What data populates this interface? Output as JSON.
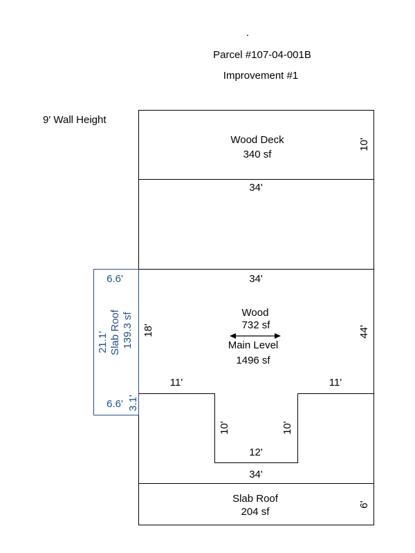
{
  "header": {
    "dot": ".",
    "parcel": "Parcel #107-04-001B",
    "improvement": "Improvement #1"
  },
  "wall_height": "9' Wall Height",
  "wood_deck": {
    "name": "Wood Deck",
    "area": "340 sf",
    "side_right": "10'",
    "side_bottom": "34'"
  },
  "wood": {
    "name": "Wood",
    "area": "732 sf",
    "top": "34'"
  },
  "main_level": {
    "name": "Main Level",
    "area": "1496 sf",
    "left": "18'",
    "right": "44'",
    "notch_left_top": "11'",
    "notch_right_top": "11'",
    "notch_left_side": "10'",
    "notch_right_side": "10'",
    "notch_bottom": "12'",
    "bottom": "34'"
  },
  "side_slab_roof": {
    "name": "Slab Roof",
    "area": "139.3 sf",
    "length": "21.1'",
    "top": "6.6'",
    "bottom": "6.6'",
    "side": "3.1'",
    "color": "#1f4e8c"
  },
  "bottom_slab_roof": {
    "name": "Slab Roof",
    "area": "204 sf",
    "side": "6'"
  }
}
